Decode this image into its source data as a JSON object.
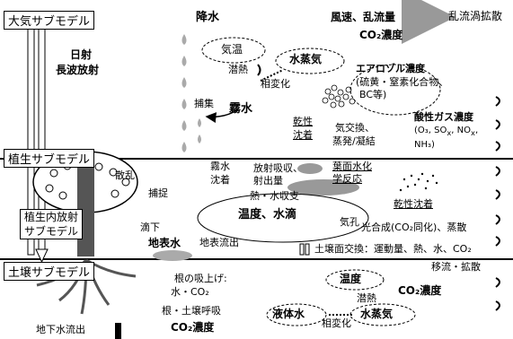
{
  "atmosphere": {
    "title": "大気サブモデル",
    "insolation": "日射",
    "longwave": "長波放射",
    "precip": "降水",
    "wind": "風速、乱流量",
    "turb": "乱流渦拡散",
    "co2_conc": "CO₂濃度",
    "air_temp": "気温",
    "latent_heat": "潜熱",
    "phase_change": "相変化",
    "vapor": "水蒸気",
    "aerosol_title": "エアロゾル濃度",
    "aerosol_detail_1": "(硫黄・窒素化合物、",
    "aerosol_detail_2": "BC等)",
    "capture": "捕集",
    "fog": "霧水",
    "dry_dep": "乾性",
    "dry_dep_2": "沈着",
    "exchange_1": "気交換、",
    "exchange_2": "蒸発/凝結",
    "acid_title": "酸性ガス濃度",
    "acid_1": "(O₃, SO",
    "acid_2": "x",
    "acid_3": ", NO",
    "acid_4": "x",
    "acid_5": ",",
    "acid_6": "NH₃)"
  },
  "vegetation": {
    "title": "植生サブモデル",
    "scatter": "散乱",
    "fog_dep": "霧水",
    "fog_dep_2": "沈着",
    "rad_abs": "放射吸収、",
    "rad_emit": "射出量",
    "leaf_surface_1": "葉面水化",
    "leaf_surface_2": "学反応",
    "dry_dep2": "乾性沈着",
    "catch": "捕捉",
    "heat_water": "熱・水収支",
    "temp_drop": "温度、水滴",
    "stomata": "気孔",
    "photo": "光合成(CO₂同化)、蒸散",
    "drip": "滴下",
    "inner_rad_1": "植生内放射",
    "inner_rad_2": "サブモデル",
    "surface_water": "地表水",
    "surface_runoff": "地表流出",
    "soil_exchange": "土壌面交換：運動量、熱、水、CO₂"
  },
  "soil": {
    "title": "土壌サブモデル",
    "uptake": "根の吸上げ:",
    "uptake_2": "水・CO₂",
    "respiration": "根・土壌呼吸",
    "co2_conc": "CO₂濃度",
    "groundwater": "地下水流出",
    "temperature": "温度",
    "latent": "潜熱",
    "co2_soil": "CO₂濃度",
    "liquid": "液体水",
    "phase": "相変化",
    "vapor": "水蒸気",
    "advect": "移流・拡散"
  }
}
